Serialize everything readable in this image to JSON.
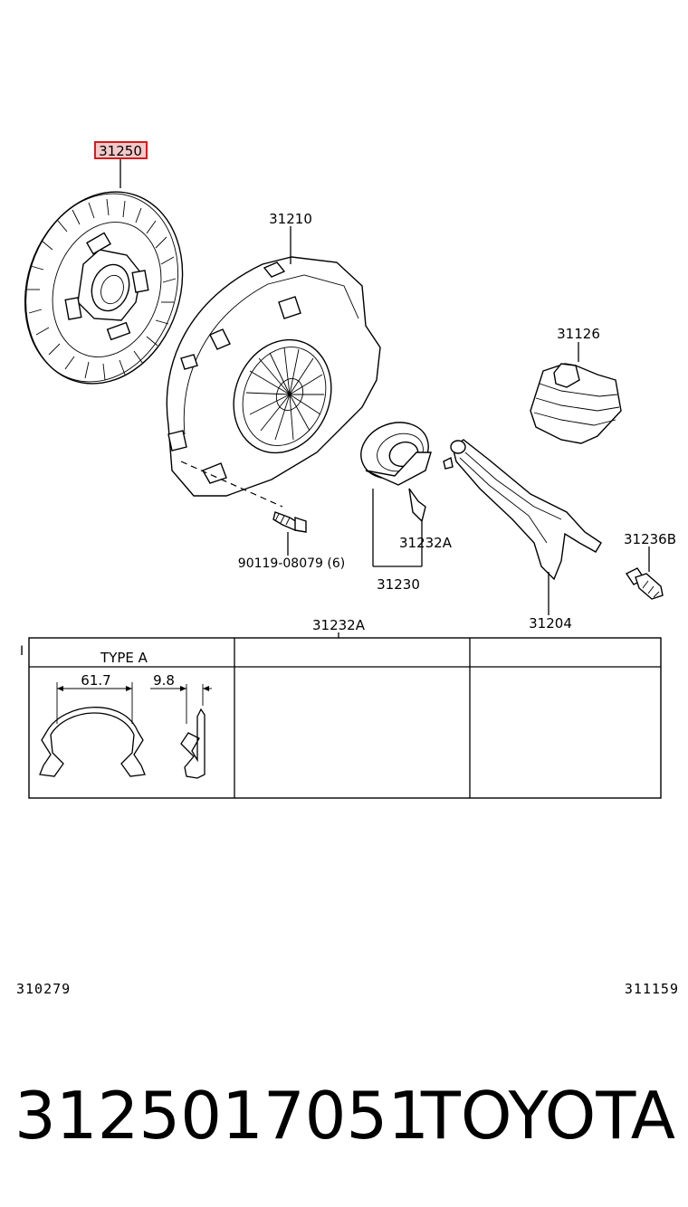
{
  "labels": {
    "clutch_disc": "31250",
    "clutch_cover": "31210",
    "boot": "31126",
    "bolt": "90119-08079 (6)",
    "clip_main": "31232A",
    "bearing": "31230",
    "bolt_b": "31236B",
    "fork": "31204",
    "clip_table_header": "31232A"
  },
  "table": {
    "col1_header": "TYPE  A",
    "dim_width": "61.7",
    "dim_thickness": "9.8",
    "row_marker": "I"
  },
  "footer": {
    "left_code": "310279",
    "right_code": "311159",
    "part_number": "3125017051",
    "brand": "TOYOTA"
  },
  "colors": {
    "highlight": "#d81b1b",
    "highlight_fill": "#f4c9c9"
  }
}
